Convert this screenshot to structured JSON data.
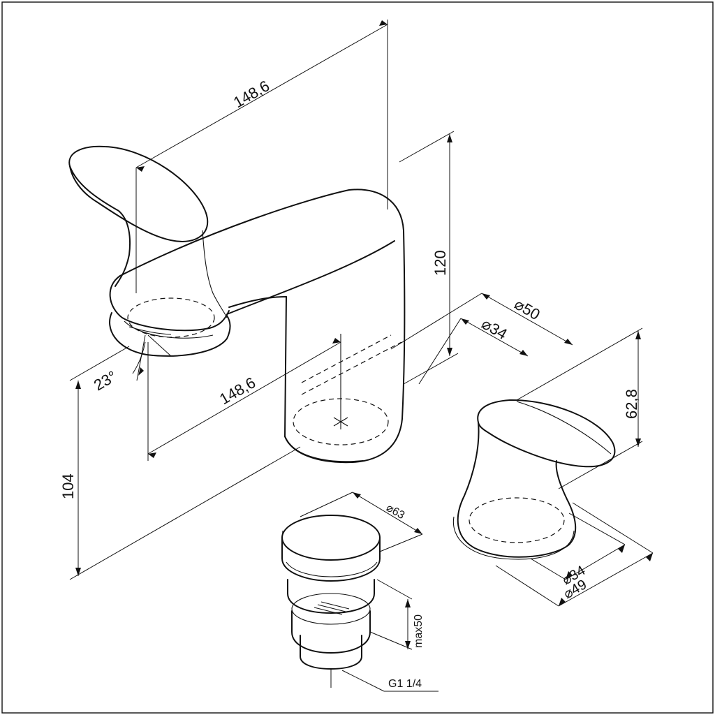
{
  "dimensions": {
    "spout_length_top": "148,6",
    "spout_projection": "148,6",
    "spout_height": "120",
    "base_height": "104",
    "lever_angle": "23°",
    "spout_base_outer": "⌀50",
    "spout_base_inner": "⌀34",
    "handle_height": "62,8",
    "handle_base_inner": "⌀34",
    "handle_base_outer": "⌀49",
    "drain_diameter": "⌀63",
    "drain_max_thickness": "max50",
    "drain_thread": "G1 1/4"
  }
}
